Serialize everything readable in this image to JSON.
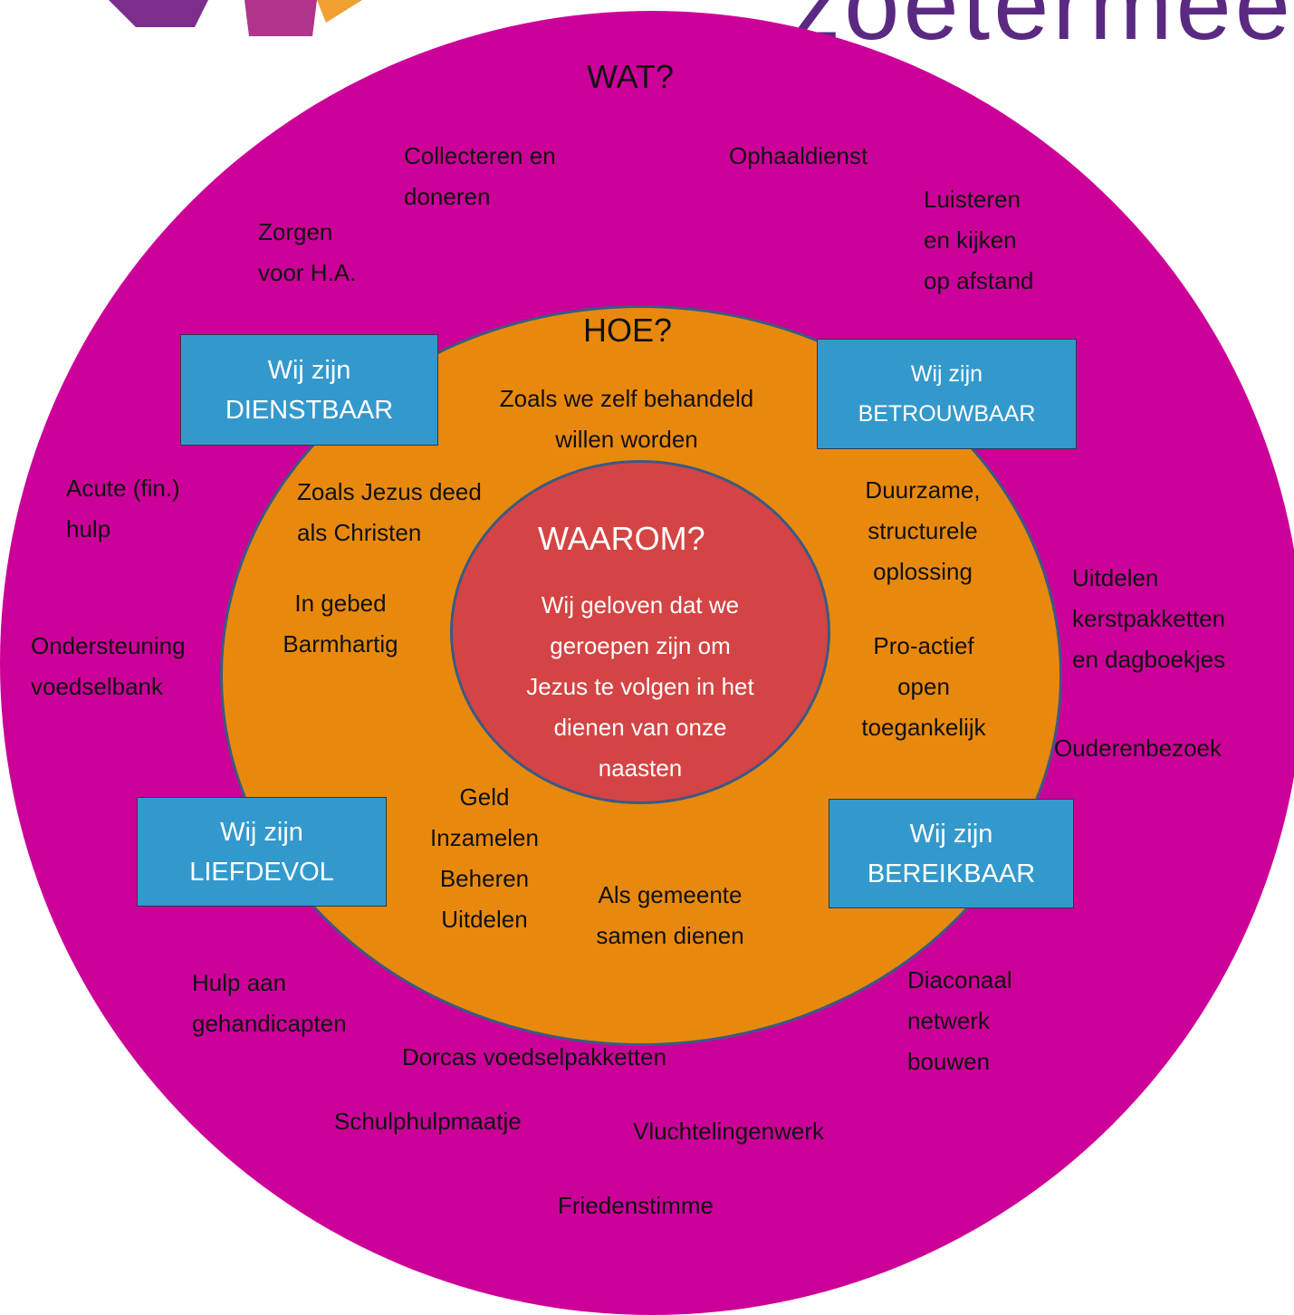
{
  "logo": {
    "text": "zoetermee"
  },
  "rings": {
    "outer": {
      "heading": "WAT?",
      "color": "#cc0099"
    },
    "middle": {
      "heading": "HOE?",
      "color": "#e8890d"
    },
    "inner": {
      "heading": "WAAROM?",
      "color": "#d44444",
      "statement": "Wij geloven dat we\ngeroepen zijn om\nJezus te volgen in het\ndienen van onze\nnaasten"
    }
  },
  "values": {
    "dienstbaar": {
      "line1": "Wij zijn",
      "line2": "DIENSTBAAR"
    },
    "betrouwbaar": {
      "line1": "Wij zijn",
      "line2": "BETROUWBAAR"
    },
    "liefdevol": {
      "line1": "Wij zijn",
      "line2": "LIEFDEVOL"
    },
    "bereikbaar": {
      "line1": "Wij zijn",
      "line2": "BEREIKBAAR"
    },
    "box_color": "#3399cc"
  },
  "hoe": {
    "behandeld": "Zoals we zelf behandeld\nwillen worden",
    "jezus": "Zoals Jezus deed\nals Christen",
    "gebed": "In gebed\nBarmhartig",
    "duurzaam": "Duurzame,\nstructurele\noplossing",
    "proactief": "Pro-actief\nopen\ntoegankelijk",
    "geld": "Geld\nInzamelen\nBeheren\nUitdelen",
    "gemeente": "Als gemeente\nsamen dienen"
  },
  "wat": {
    "collecteren": "Collecteren en\ndoneren",
    "ophaaldienst": "Ophaaldienst",
    "luisteren": "Luisteren\nen kijken\nop afstand",
    "zorgen": "Zorgen\nvoor H.A.",
    "acute": "Acute (fin.)\nhulp",
    "ondersteuning": "Ondersteuning\nvoedselbank",
    "uitdelen": "Uitdelen\nkerstpakketten\nen dagboekjes",
    "ouderenbezoek": "Ouderenbezoek",
    "gehandicapten": "Hulp aan\ngehandicapten",
    "diaconaal": "Diaconaal\nnetwerk\nbouwen",
    "dorcas": "Dorcas voedselpakketten",
    "schulphulp": "Schulphulpmaatje",
    "vluchtelingen": "Vluchtelingenwerk",
    "friedenstimme": "Friedenstimme"
  }
}
